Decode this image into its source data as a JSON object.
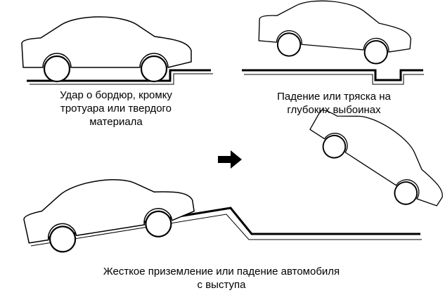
{
  "captions": {
    "curb_impact": "Удар о бордюр, кромку\nтротуара или твердого\nматериала",
    "pothole_fall": "Падение или тряска на\nглубоких выбоинах",
    "hard_landing": "Жесткое приземление или падение автомобиля\nс выступа"
  },
  "icons": {
    "car": "car-outline-icon",
    "arrow": "arrow-right-icon",
    "road": "road-surface"
  },
  "colors": {
    "line": "#000000",
    "background": "#ffffff"
  }
}
